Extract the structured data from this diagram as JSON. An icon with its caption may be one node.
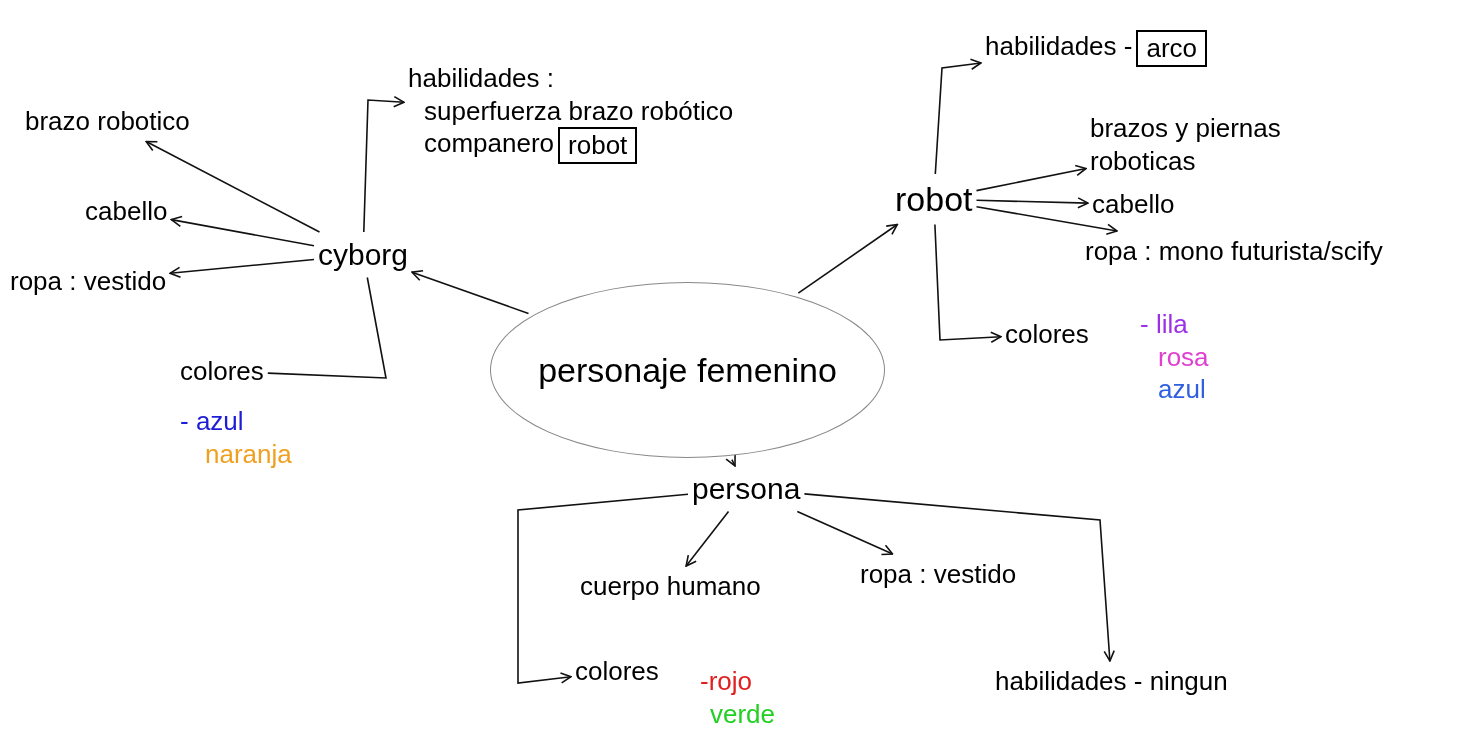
{
  "diagram": {
    "nodes": [
      {
        "text": [
          "personaje femenino"
        ]
      },
      {
        "text": [
          "cyborg"
        ]
      },
      {
        "text": [
          "brazo robotico"
        ]
      },
      {
        "text": [
          "cabello"
        ]
      },
      {
        "text": [
          "ropa : vestido"
        ]
      },
      {
        "text": [
          "habilidades :",
          "superfuerza brazo robótico",
          "companero"
        ]
      },
      {
        "text": [
          "robot"
        ],
        "in": 5
      },
      {
        "text": [
          "colores"
        ],
        "beside": [
          "- azul",
          "naranja"
        ]
      },
      {
        "text": [
          "robot"
        ]
      },
      {
        "text": [
          "habilidades -"
        ]
      },
      {
        "text": [
          "arco"
        ],
        "in": 9
      },
      {
        "text": [
          "brazos y piernas roboticas"
        ]
      },
      {
        "text": [
          "cabello"
        ]
      },
      {
        "text": [
          "ropa : mono futurista/scify"
        ]
      },
      {
        "text": [
          "colores"
        ],
        "beside": [
          "- lila",
          "rosa",
          "azul"
        ]
      },
      {
        "text": [
          "persona"
        ]
      },
      {
        "text": [
          "cuerpo humano"
        ]
      },
      {
        "text": [
          "ropa : vestido"
        ]
      },
      {
        "text": [
          "colores"
        ],
        "beside": [
          "-rojo",
          "verde"
        ]
      },
      {
        "text": [
          "habilidades - ningun"
        ]
      }
    ],
    "edges": [
      {
        "from": 0,
        "to": 1,
        "arrow": "to"
      },
      {
        "from": 0,
        "to": 8,
        "arrow": "to"
      },
      {
        "from": 0,
        "to": 15,
        "arrow": "to"
      },
      {
        "from": 1,
        "to": 2,
        "arrow": "to"
      },
      {
        "from": 1,
        "to": 3,
        "arrow": "to"
      },
      {
        "from": 1,
        "to": 4,
        "arrow": "to"
      },
      {
        "from": 1,
        "to": 5,
        "arrow": "to"
      },
      {
        "from": 1,
        "to": 7,
        "arrow": "none"
      },
      {
        "from": 8,
        "to": 9,
        "arrow": "to"
      },
      {
        "from": 8,
        "to": 11,
        "arrow": "to"
      },
      {
        "from": 8,
        "to": 12,
        "arrow": "to"
      },
      {
        "from": 8,
        "to": 13,
        "arrow": "to"
      },
      {
        "from": 8,
        "to": 14,
        "arrow": "to"
      },
      {
        "from": 15,
        "to": 16,
        "arrow": "to"
      },
      {
        "from": 15,
        "to": 17,
        "arrow": "to"
      },
      {
        "from": 15,
        "to": 18,
        "arrow": "to"
      },
      {
        "from": 15,
        "to": 19,
        "arrow": "to"
      }
    ]
  }
}
